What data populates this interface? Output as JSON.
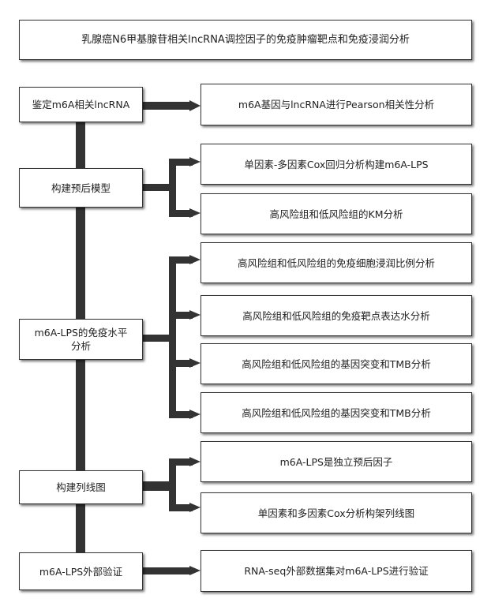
{
  "title": "乳腺癌N6甲基腺苷相关lncRNA调控因子的免疫肿瘤靶点和免疫浸润分析",
  "steps": [
    {
      "label": "鉴定m6A相关lncRNA",
      "details": [
        "m6A基因与lncRNA进行Pearson相关性分析"
      ]
    },
    {
      "label": "构建预后模型",
      "details": [
        "单因素-多因素Cox回归分析构建m6A-LPS",
        "高风险组和低风险组的KM分析"
      ]
    },
    {
      "label": "m6A-LPS的免疫水平分析",
      "details": [
        "高风险组和低风险组的免疫细胞浸润比例分析",
        "高风险组和低风险组的免疫靶点表达水分析",
        "高风险组和低风险组的基因突变和TMB分析",
        "高风险组和低风险组的基因突变和TMB分析"
      ]
    },
    {
      "label": "构建列线图",
      "details": [
        "m6A-LPS是独立预后因子",
        "单因素和多因素Cox分析构架列线图"
      ]
    },
    {
      "label": "m6A-LPS外部验证",
      "details": [
        "RNA-seq外部数据集对m6A-LPS进行验证"
      ]
    }
  ]
}
